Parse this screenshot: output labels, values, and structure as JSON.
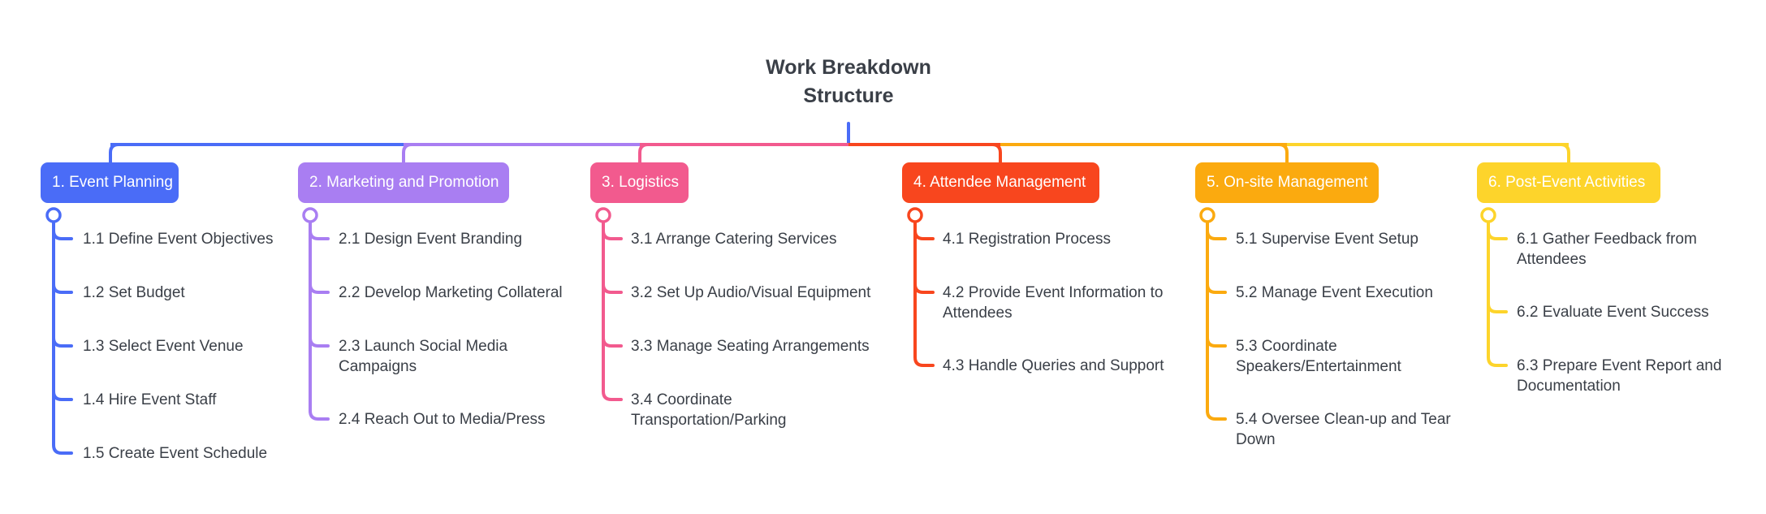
{
  "title": {
    "line1": "Work Breakdown",
    "line2": "Structure"
  },
  "branches": [
    {
      "label": "1. Event Planning",
      "color": "#4a6cf7",
      "tasks": [
        "1.1 Define Event Objectives",
        "1.2 Set Budget",
        "1.3 Select Event Venue",
        "1.4 Hire Event Staff",
        "1.5 Create Event Schedule"
      ]
    },
    {
      "label": "2. Marketing and Promotion",
      "color": "#a97ef2",
      "tasks": [
        "2.1 Design Event Branding",
        "2.2 Develop Marketing Collateral",
        "2.3 Launch Social Media Campaigns",
        "2.4 Reach Out to Media/Press"
      ]
    },
    {
      "label": "3. Logistics",
      "color": "#f25a8e",
      "tasks": [
        "3.1 Arrange Catering Services",
        "3.2 Set Up Audio/Visual Equipment",
        "3.3 Manage Seating Arrangements",
        "3.4 Coordinate Transportation/Parking"
      ]
    },
    {
      "label": "4. Attendee Management",
      "color": "#f8461e",
      "tasks": [
        "4.1 Registration Process",
        "4.2 Provide Event Information to Attendees",
        "4.3 Handle Queries and Support"
      ]
    },
    {
      "label": "5. On-site Management",
      "color": "#fbaa0f",
      "tasks": [
        "5.1 Supervise Event Setup",
        "5.2 Manage Event Execution",
        "5.3 Coordinate Speakers/Entertainment",
        "5.4 Oversee Clean-up and Tear Down"
      ]
    },
    {
      "label": "6. Post-Event Activities",
      "color": "#fdd42b",
      "tasks": [
        "6.1 Gather Feedback from Attendees",
        "6.2 Evaluate Event Success",
        "6.3 Prepare Event Report and Documentation"
      ]
    }
  ]
}
